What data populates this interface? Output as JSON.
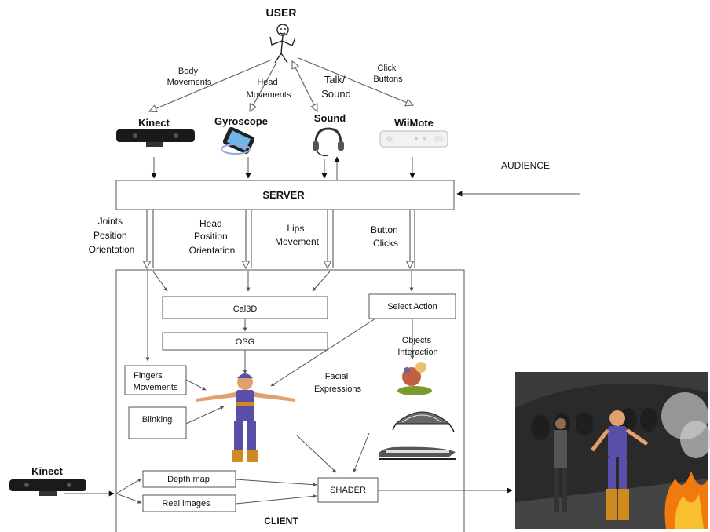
{
  "labels": {
    "user": "USER",
    "body_movements": [
      "Body",
      "Movements"
    ],
    "head_movements": [
      "Head",
      "Movements"
    ],
    "talk_sound": [
      "Talk/",
      "Sound"
    ],
    "click_buttons": [
      "Click",
      "Buttons"
    ],
    "kinect_top": "Kinect",
    "gyroscope": "Gyroscope",
    "sound": "Sound",
    "wiimote": "WiiMote",
    "audience": "AUDIENCE",
    "server": "SERVER",
    "joints": [
      "Joints",
      "Position",
      "Orientation"
    ],
    "head_pos": [
      "Head",
      "Position",
      "Orientation"
    ],
    "lips": [
      "Lips",
      "Movement"
    ],
    "button_clicks": [
      "Button",
      "Clicks"
    ],
    "cal3d": "Cal3D",
    "osg": "OSG",
    "select_action": "Select Action",
    "objects_interaction": [
      "Objects",
      "Interaction"
    ],
    "fingers": [
      "Fingers",
      "Movements"
    ],
    "facial": [
      "Facial",
      "Expressions"
    ],
    "blinking": "Blinking",
    "kinect_bottom": "Kinect",
    "depth_map": "Depth map",
    "real_images": "Real images",
    "shader": "SHADER",
    "client": "CLIENT"
  },
  "colors": {
    "device_dark": "#1a1a1a",
    "character_purple": "#5a4fa8",
    "character_skin": "#e0a070",
    "character_boots": "#d08a20",
    "stage_bg": "#2a2a2a",
    "fire": "#f07a10"
  },
  "icons": [
    "stick-figure-icon",
    "kinect-sensor-icon",
    "iphone-gyroscope-icon",
    "headset-icon",
    "wiimote-icon",
    "character-avatar",
    "cartoon-object-icon",
    "spaceship-icon",
    "train-icon",
    "rendered-scene-image"
  ]
}
